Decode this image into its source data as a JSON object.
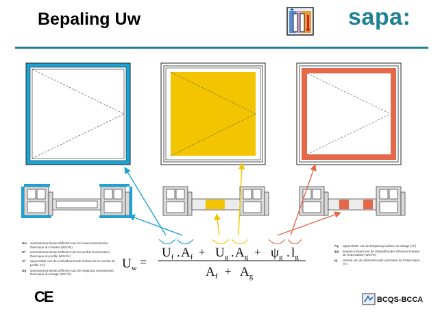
{
  "header": {
    "title": "Bepaling Uw",
    "brand": "sapa",
    "brand_suffix": ":"
  },
  "colors": {
    "frame": "#1aa3d4",
    "glass": "#f2c500",
    "spacer": "#e4694b",
    "brand": "#1e7f95"
  },
  "formula": {
    "lhs_main": "U",
    "lhs_sub": "w",
    "equals": "=",
    "t1_main": "U",
    "t1_sub": "f",
    "dot1": ".",
    "t2_main": "A",
    "t2_sub": "f",
    "plus1": "+",
    "t3_main": "U",
    "t3_sub": "g",
    "dot2": ".",
    "t4_main": "A",
    "t4_sub": "g",
    "plus2": "+",
    "t5_main": "ψ",
    "t5_sub": "g",
    "dot3": ".",
    "t6_main": "l",
    "t6_sub": "g",
    "d1_main": "A",
    "d1_sub": "f",
    "dplus": "+",
    "d2_main": "A",
    "d2_sub": "g"
  },
  "legend_left": [
    {
      "sym": "Uw",
      "text": "warmtetransmissiecoëfficiënt van het raam transmission thermique du châssis (W/m²K)"
    },
    {
      "sym": "Uf",
      "text": "warmtetransmissiecoëfficiënt van het profiel transmission thermique du profilé (W/m²K)"
    },
    {
      "sym": "Af",
      "text": "oppervlakte van de profieldoorsnede surface de la section du profilé (m²)"
    },
    {
      "sym": "Ug",
      "text": "warmtetransmissiecoëfficiënt van de beglazing transmission thermique du vitrage (W/m²K)"
    }
  ],
  "legend_right": [
    {
      "sym": "Ag",
      "text": "oppervlakte van de beglazing surface du vitrage (m²)"
    },
    {
      "sym": "ψg",
      "text": "lineaire invloed van de afstandhouder influence linéaire de l'intercalaire (W/m²K)"
    },
    {
      "sym": "lg",
      "text": "omtrek van de afstandhouder périmètre de l'intercalaire (m)"
    }
  ],
  "footer": {
    "ce": "CE",
    "cert": "BCQS-BCCA"
  }
}
